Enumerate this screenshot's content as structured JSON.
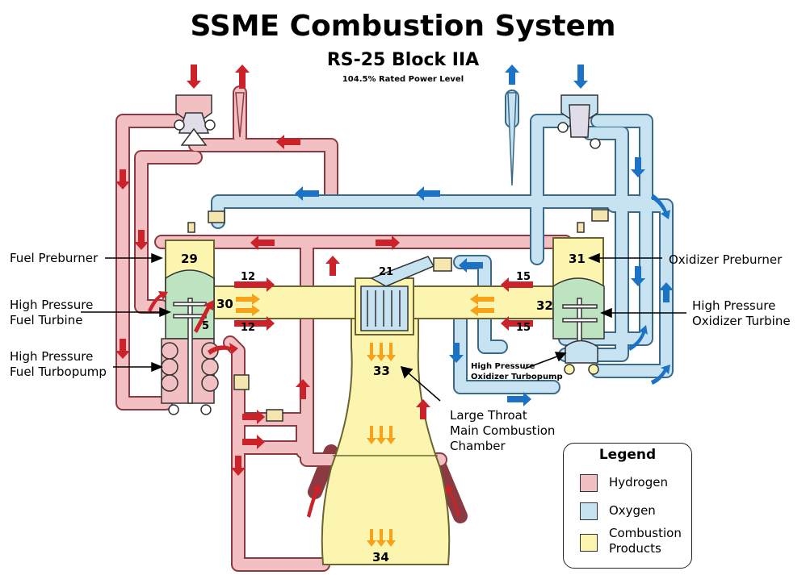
{
  "title": "SSME Combustion System",
  "subtitle": "RS-25 Block IIA",
  "power_level": "104.5% Rated Power Level",
  "colors": {
    "hydrogen": "#f2bfc2",
    "hydrogen_stroke": "#8a3a40",
    "oxygen": "#c7e3f2",
    "oxygen_stroke": "#3a6a8a",
    "combustion": "#fbf5b0",
    "combustion_stroke": "#6a6430",
    "turbine_green": "#bde3c0",
    "arrow_red": "#cc2229",
    "arrow_blue": "#1c72c4",
    "arrow_orange": "#f6a21a"
  },
  "labels": {
    "fuel_preburner": "Fuel Preburner",
    "hp_fuel_turbine": [
      "High Pressure",
      "Fuel Turbine"
    ],
    "hp_fuel_turbopump": [
      "High Pressure",
      "Fuel Turbopump"
    ],
    "oxidizer_preburner": "Oxidizer Preburner",
    "hp_oxidizer_turbine": [
      "High Pressure",
      "Oxidizer Turbine"
    ],
    "hp_oxidizer_turbopump": [
      "High Pressure",
      "Oxidizer Turbopump"
    ],
    "mcc": [
      "Large Throat",
      "Main Combustion",
      "Chamber"
    ]
  },
  "numbers": {
    "n29": "29",
    "n30": "30",
    "n5": "5",
    "n12a": "12",
    "n12b": "12",
    "n21": "21",
    "n15a": "15",
    "n15b": "15",
    "n31": "31",
    "n32": "32",
    "n33": "33",
    "n34": "34"
  },
  "legend": {
    "title": "Legend",
    "items": [
      {
        "label": "Hydrogen"
      },
      {
        "label": "Oxygen"
      },
      {
        "label": [
          "Combustion",
          "Products"
        ]
      }
    ]
  }
}
